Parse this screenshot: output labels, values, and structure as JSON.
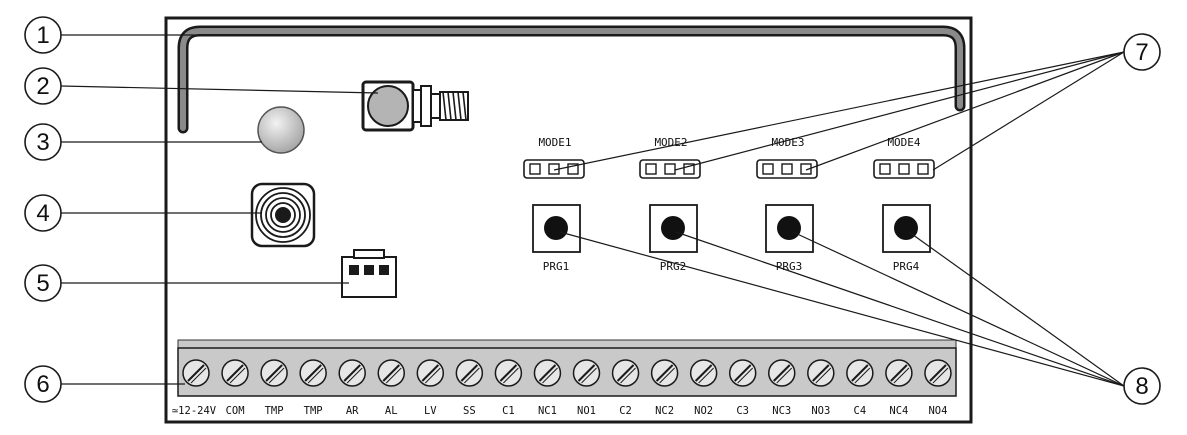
{
  "callouts": [
    "1",
    "2",
    "3",
    "4",
    "5",
    "6",
    "7",
    "8"
  ],
  "mode_labels": [
    "MODE1",
    "MODE2",
    "MODE3",
    "MODE4"
  ],
  "prg_labels": [
    "PRG1",
    "PRG2",
    "PRG3",
    "PRG4"
  ],
  "terminal_labels": [
    "≃12-24V",
    "COM",
    "TMP",
    "TMP",
    "AR",
    "AL",
    "LV",
    "SS",
    "C1",
    "NC1",
    "NO1",
    "C2",
    "NC2",
    "NO2",
    "C3",
    "NC3",
    "NO3",
    "C4",
    "NC4",
    "NO4"
  ],
  "colors": {
    "line": "#1a1a1a",
    "antenna": "#808080",
    "led": "#c8c8c8",
    "terminal_block": "#c9c9c9",
    "screw": "#e6e6e6",
    "board": "#ffffff"
  },
  "icons": [
    "antenna-icon",
    "sma-connector-icon",
    "led-icon",
    "buzzer-icon",
    "connector-icon",
    "terminal-screw-icon",
    "jumper-icon",
    "push-button-icon"
  ]
}
